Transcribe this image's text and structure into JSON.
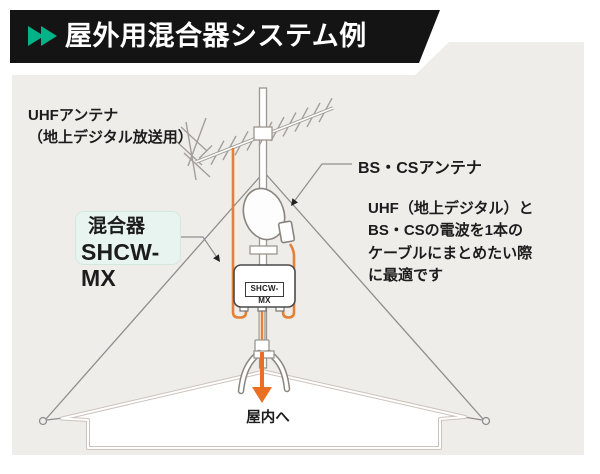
{
  "header": {
    "title": "屋外用混合器システム例"
  },
  "labels": {
    "uhf_line1": "UHFアンテナ",
    "uhf_line2": "（地上デジタル放送用）",
    "bscs": "BS・CSアンテナ",
    "mixer_type": "混合器",
    "mixer_model": "SHCW-MX",
    "device_plate": "SHCW-MX",
    "indoor": "屋内へ"
  },
  "description": {
    "line1": "UHF（地上デジタル）と",
    "line2": "BS・CSの電波を1本の",
    "line3": "ケーブルにまとめたい際",
    "line4": "に最適です"
  },
  "colors": {
    "accent_green": "#04b287",
    "banner_bg": "#141414",
    "panel_bg": "#efedea",
    "callout_bg": "#e8f4ef",
    "cable_orange": "#e2813a",
    "arrow_orange": "#e96f22",
    "text_dark": "#1c1c1c"
  }
}
